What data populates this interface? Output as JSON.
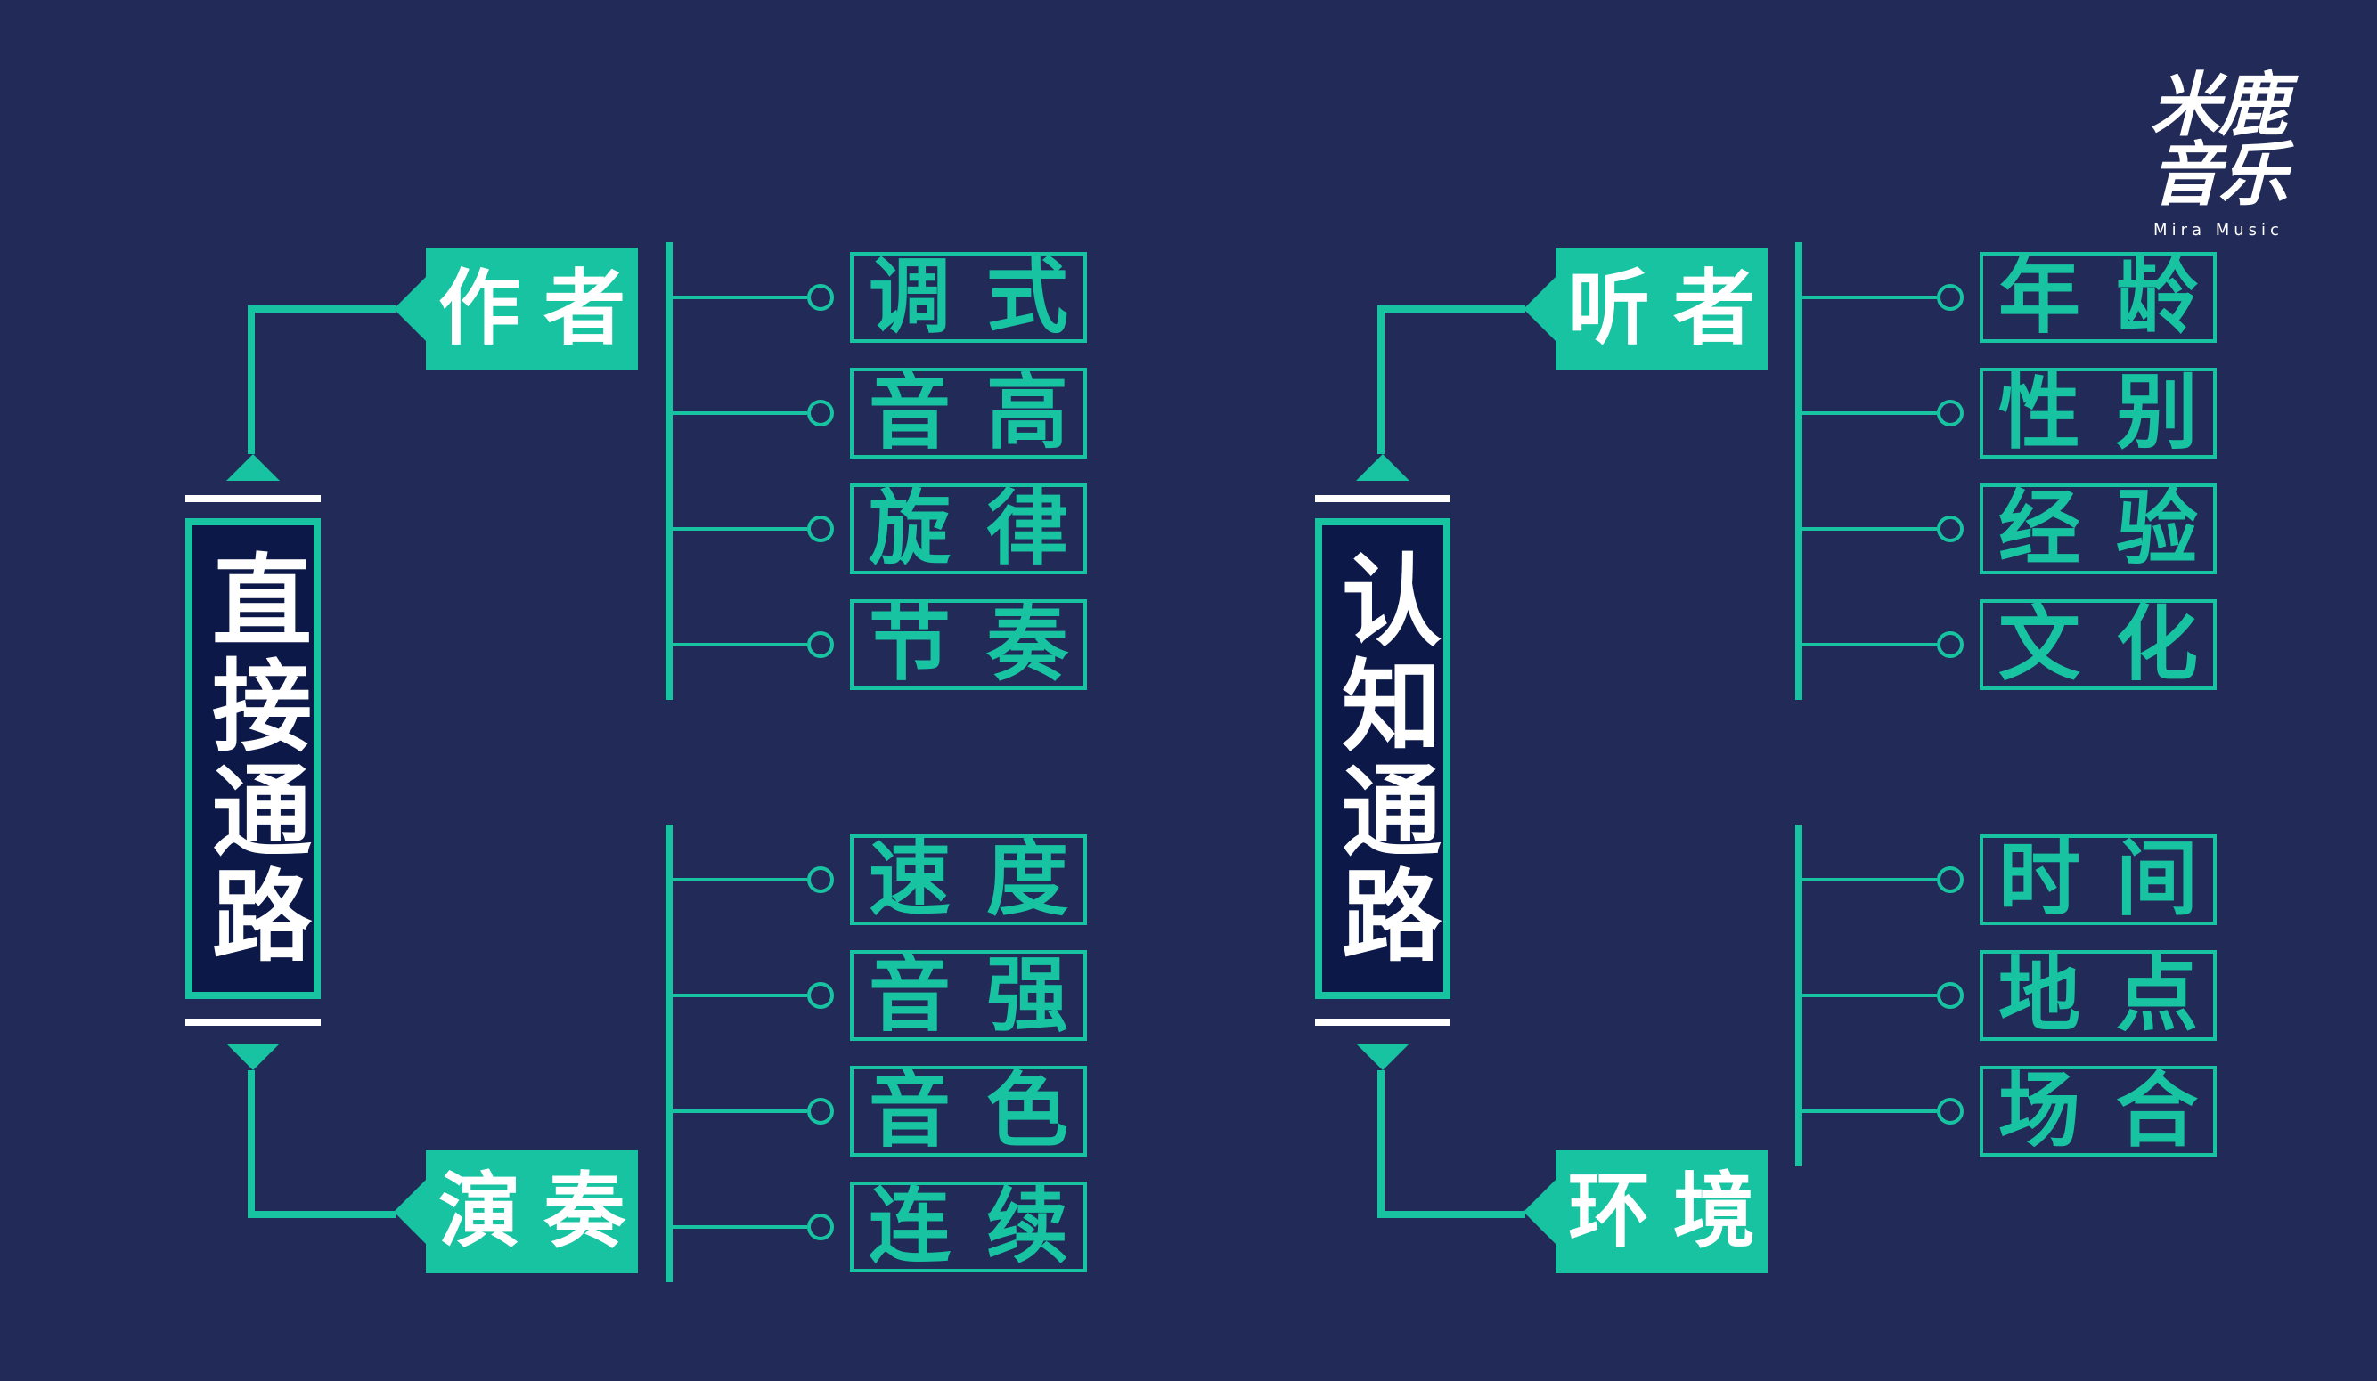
{
  "logo": {
    "mark": "米鹿音乐",
    "subtitle": "Mira Music"
  },
  "colors": {
    "background": "#222b58",
    "accent": "#17c3a1",
    "main_fill": "#0c1848",
    "text": "#ffffff"
  },
  "pathways": [
    {
      "title": "直接通路",
      "groups": [
        {
          "label": "作者",
          "items": [
            "调式",
            "音高",
            "旋律",
            "节奏"
          ]
        },
        {
          "label": "演奏",
          "items": [
            "速度",
            "音强",
            "音色",
            "连续"
          ]
        }
      ]
    },
    {
      "title": "认知通路",
      "groups": [
        {
          "label": "听者",
          "items": [
            "年龄",
            "性别",
            "经验",
            "文化"
          ]
        },
        {
          "label": "环境",
          "items": [
            "时间",
            "地点",
            "场合"
          ]
        }
      ]
    }
  ]
}
